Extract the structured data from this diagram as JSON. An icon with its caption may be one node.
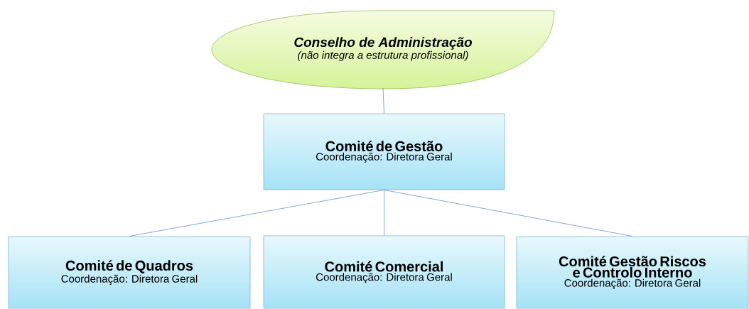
{
  "diagram": {
    "nodes": [
      {
        "text": [
          "Conselho de Administração",
          "(não integra a estrutura profissional)"
        ]
      },
      {
        "text": [
          "Comité de Gestão",
          "Coordenação: Diretora Geral"
        ]
      },
      {
        "text": [
          "Comité de Quadros",
          "Coordenação: Diretora Geral"
        ]
      },
      {
        "text": [
          "Comité Comercial",
          "Coordenação: Diretora Geral"
        ]
      },
      {
        "text": [
          "Comité Gestão Riscos e Controlo Interno",
          "Coordenação: Diretora Geral"
        ]
      }
    ],
    "edges": [
      {
        "from": 0,
        "to": 1,
        "arrow": "none"
      },
      {
        "from": 1,
        "to": 2,
        "arrow": "none"
      },
      {
        "from": 1,
        "to": 3,
        "arrow": "none"
      },
      {
        "from": 1,
        "to": 4,
        "arrow": "none"
      }
    ]
  }
}
